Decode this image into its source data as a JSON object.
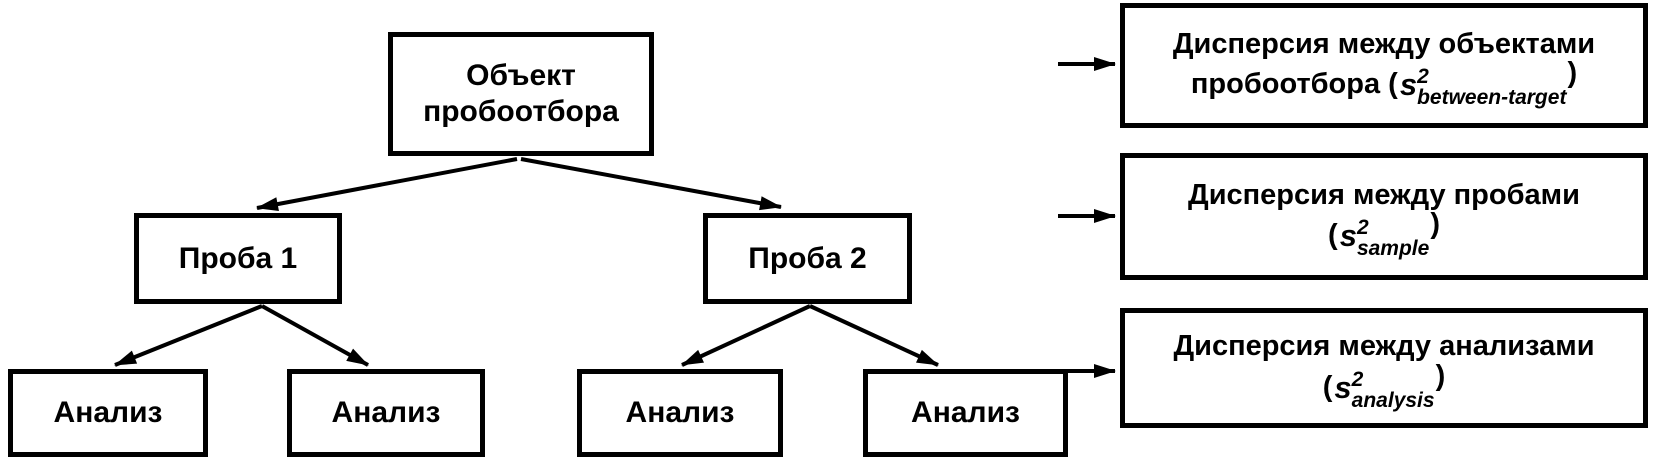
{
  "colors": {
    "ink": "#000000",
    "background": "#ffffff"
  },
  "tree": {
    "root": "Объект пробоотбора",
    "samples": [
      "Проба 1",
      "Проба 2"
    ],
    "analyses": [
      "Анализ",
      "Анализ",
      "Анализ",
      "Анализ"
    ]
  },
  "legend": [
    {
      "line1": "Дисперсия между объектами",
      "line2_prefix": "пробоотбора (",
      "symbol": "s",
      "sup": "2",
      "sub": "between-target",
      "close": ")"
    },
    {
      "line1": "Дисперсия между пробами",
      "line2_prefix": "(",
      "symbol": "s",
      "sup": "2",
      "sub": "sample",
      "close": ")"
    },
    {
      "line1": "Дисперсия между анализами",
      "line2_prefix": "(",
      "symbol": "s",
      "sup": "2",
      "sub": "analysis",
      "close": ")"
    }
  ]
}
